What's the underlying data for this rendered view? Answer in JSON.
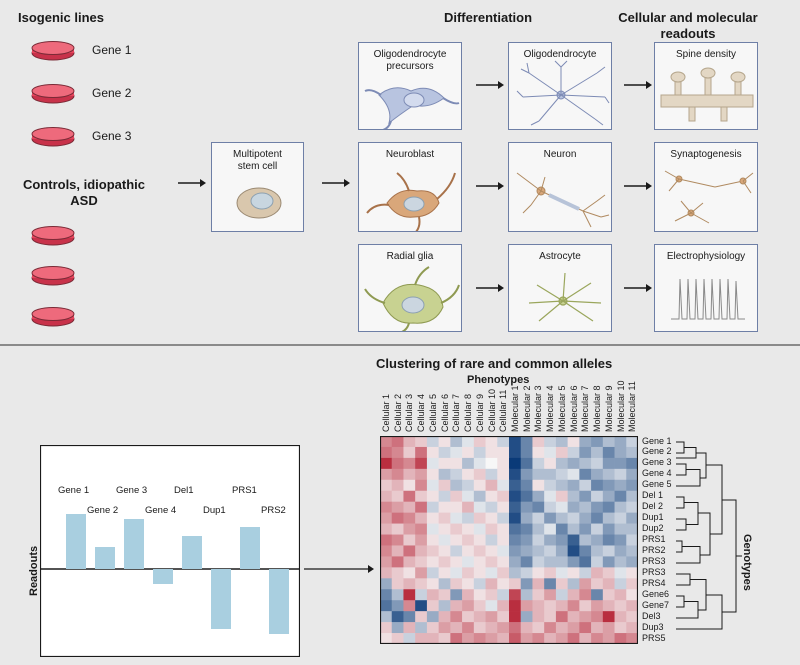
{
  "top": {
    "isogenic_title": "Isogenic lines",
    "genes": [
      "Gene 1",
      "Gene 2",
      "Gene 3"
    ],
    "controls_title": "Controls, idiopathic ASD",
    "differentiation_title": "Differentiation",
    "readouts_title": "Cellular and molecular readouts",
    "stem_cell_label": "Multipotent stem cell",
    "precursors": [
      "Oligodendrocyte precursors",
      "Neuroblast",
      "Radial glia"
    ],
    "mature": [
      "Oligodendrocyte",
      "Neuron",
      "Astrocyte"
    ],
    "assays": [
      "Spine density",
      "Synaptogenesis",
      "Electrophysiology"
    ]
  },
  "bottom": {
    "title": "Clustering of rare and common alleles",
    "phenotypes_label": "Phenotypes",
    "genotypes_label": "Genotypes",
    "readouts_label": "Readouts",
    "columns": [
      "Cellular 1",
      "Cellular 2",
      "Cellular 3",
      "Cellular 4",
      "Cellular 5",
      "Cellular 6",
      "Cellular 7",
      "Cellular 8",
      "Cellular 9",
      "Cellular 10",
      "Cellular 11",
      "Molecular 1",
      "Molecular 2",
      "Molecular 3",
      "Molecular 4",
      "Molecular 5",
      "Molecular 6",
      "Molecular 7",
      "Molecular 8",
      "Molecular 9",
      "Molecular 10",
      "Molecular 11"
    ],
    "rows": [
      "Gene 1",
      "Gene 2",
      "Gene 3",
      "Gene 4",
      "Gene 5",
      "Del 1",
      "Del 2",
      "Dup1",
      "Dup2",
      "PRS1",
      "PRS2",
      "PRS3",
      "PRS3",
      "PRS4",
      "Gene6",
      "Gene7",
      "Del3",
      "Dup3",
      "PRS5"
    ],
    "bars": [
      {
        "label": "Gene 1",
        "value": 0.55
      },
      {
        "label": "Gene 2",
        "value": 0.22
      },
      {
        "label": "Gene 3",
        "value": 0.5
      },
      {
        "label": "Gene 4",
        "value": -0.15
      },
      {
        "label": "Del1",
        "value": 0.33
      },
      {
        "label": "Dup1",
        "value": -0.6
      },
      {
        "label": "PRS1",
        "value": 0.42
      },
      {
        "label": "PRS2",
        "value": -0.65
      }
    ],
    "colors": {
      "bar": "#a9cfe0",
      "heat_neg": "#0a3a78",
      "heat_pos": "#b2182b",
      "card_border": "#6e7fa6",
      "dish": "#e6445c"
    }
  }
}
